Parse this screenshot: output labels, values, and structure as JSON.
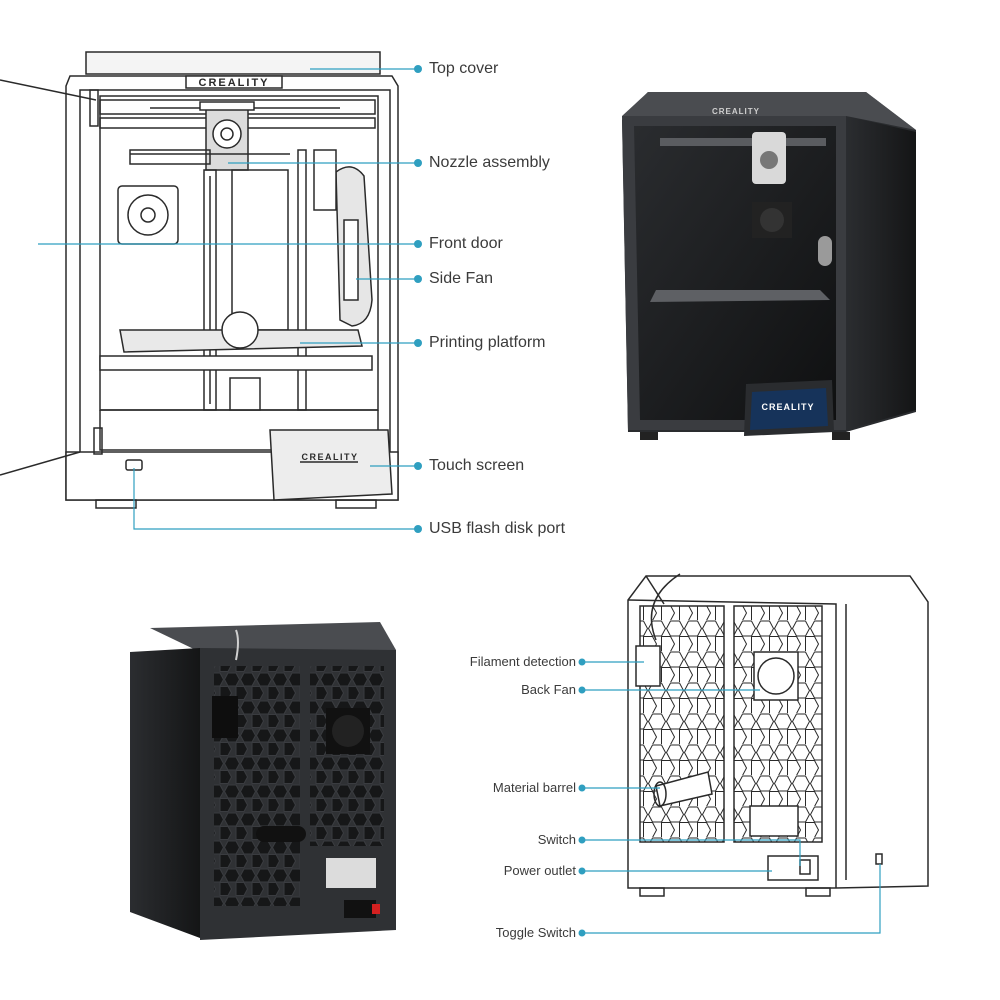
{
  "colors": {
    "leader": "#2f9fc0",
    "dot": "#2f9fc0",
    "label": "#3b3b3b",
    "printer_dark": "#1c1d1f",
    "printer_frame": "#4a4c50",
    "line_art": "#2a2a2a"
  },
  "brand": {
    "logo_text": "CREALITY"
  },
  "front_view": {
    "callouts": [
      {
        "id": "top-cover",
        "label": "Top cover"
      },
      {
        "id": "nozzle-assembly",
        "label": "Nozzle assembly"
      },
      {
        "id": "front-door",
        "label": "Front door"
      },
      {
        "id": "side-fan",
        "label": "Side Fan"
      },
      {
        "id": "printing-platform",
        "label": "Printing platform"
      },
      {
        "id": "touch-screen",
        "label": "Touch screen"
      },
      {
        "id": "usb-port",
        "label": "USB flash disk port"
      }
    ]
  },
  "back_view": {
    "callouts": [
      {
        "id": "filament-detection",
        "label": "Filament detection"
      },
      {
        "id": "back-fan",
        "label": "Back Fan"
      },
      {
        "id": "material-barrel",
        "label": "Material barrel"
      },
      {
        "id": "switch",
        "label": "Switch"
      },
      {
        "id": "power-outlet",
        "label": "Power outlet"
      },
      {
        "id": "toggle-switch",
        "label": "Toggle Switch"
      }
    ]
  }
}
